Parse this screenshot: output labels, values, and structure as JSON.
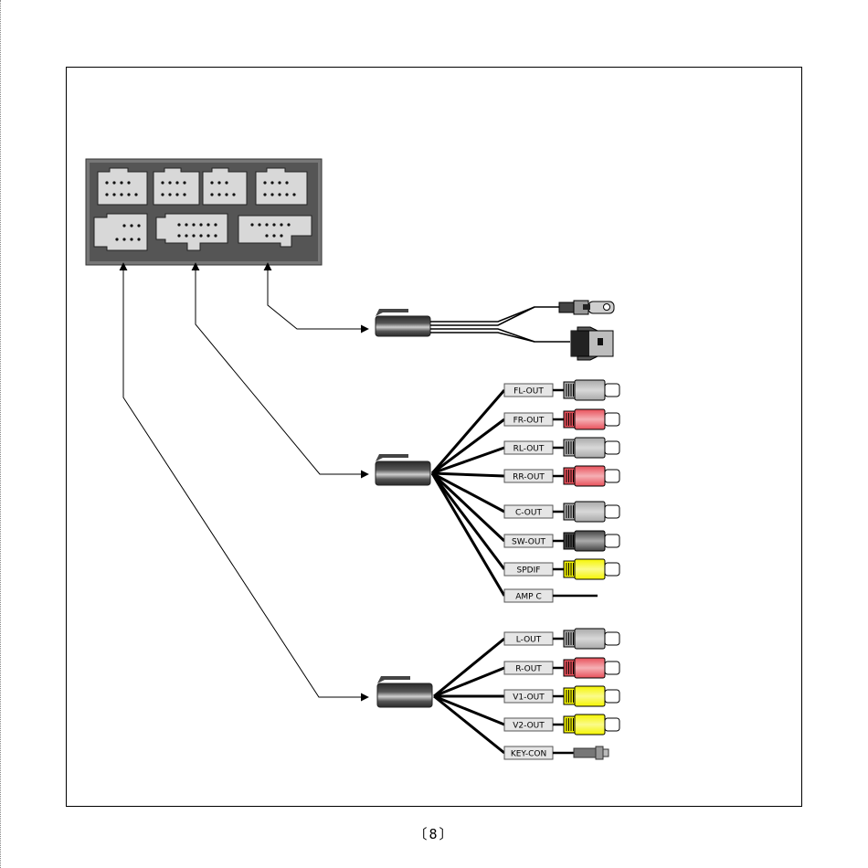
{
  "groups": [
    {
      "id": "antenna",
      "cables": [
        {
          "icon": "round-plug-icon"
        },
        {
          "icon": "square-connector-icon"
        }
      ]
    },
    {
      "id": "audio",
      "cables": [
        {
          "label": "FL-OUT",
          "plug": "rca",
          "color": "#a9a9a9"
        },
        {
          "label": "FR-OUT",
          "plug": "rca",
          "color": "#e8505a"
        },
        {
          "label": "RL-OUT",
          "plug": "rca",
          "color": "#a9a9a9"
        },
        {
          "label": "RR-OUT",
          "plug": "rca",
          "color": "#e8505a"
        },
        {
          "label": "C-OUT",
          "plug": "rca",
          "color": "#a9a9a9"
        },
        {
          "label": "SW-OUT",
          "plug": "rca",
          "color": "#444444"
        },
        {
          "label": "SPDIF",
          "plug": "rca",
          "color": "#f5f500"
        },
        {
          "label": "AMP C",
          "plug": "wire",
          "color": "#000000"
        }
      ]
    },
    {
      "id": "av",
      "cables": [
        {
          "label": "L-OUT",
          "plug": "rca",
          "color": "#a9a9a9"
        },
        {
          "label": "R-OUT",
          "plug": "rca",
          "color": "#e8505a"
        },
        {
          "label": "V1-OUT",
          "plug": "rca",
          "color": "#f5f500"
        },
        {
          "label": "V2-OUT",
          "plug": "rca",
          "color": "#f5f500"
        },
        {
          "label": "KEY-CON",
          "plug": "key",
          "color": "#777777"
        }
      ]
    }
  ],
  "page_number": "〔8〕"
}
